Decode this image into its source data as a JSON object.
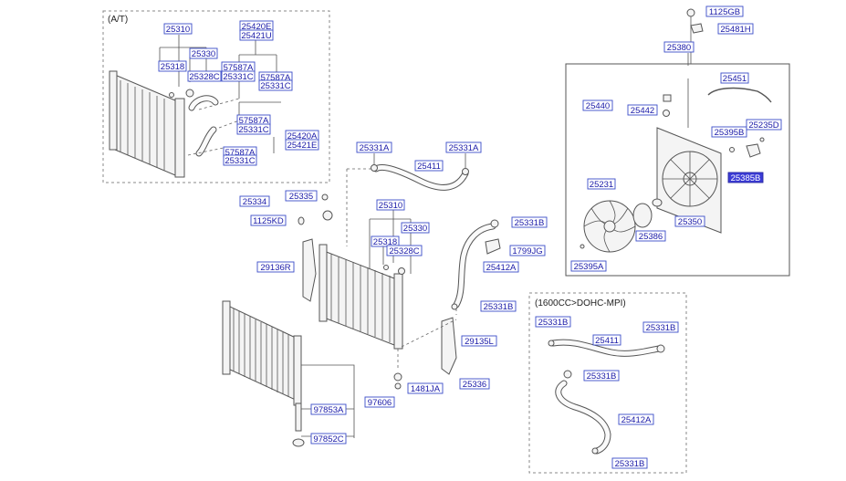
{
  "sections": {
    "at_note": "(A/T)",
    "engine_note": "(1600CC>DOHC-MPI)"
  },
  "labels": [
    {
      "id": "l1",
      "text": "25310"
    },
    {
      "id": "l2",
      "text": "25420E"
    },
    {
      "id": "l3",
      "text": "25421U"
    },
    {
      "id": "l4",
      "text": "25330"
    },
    {
      "id": "l5",
      "text": "25318"
    },
    {
      "id": "l6",
      "text": "57587A"
    },
    {
      "id": "l7",
      "text": "57587A"
    },
    {
      "id": "l8",
      "text": "25328C"
    },
    {
      "id": "l9",
      "text": "25331C"
    },
    {
      "id": "l10",
      "text": "25331C"
    },
    {
      "id": "l11",
      "text": "57587A"
    },
    {
      "id": "l12",
      "text": "25331C"
    },
    {
      "id": "l13",
      "text": "25420A"
    },
    {
      "id": "l14",
      "text": "25421E"
    },
    {
      "id": "l15",
      "text": "57587A"
    },
    {
      "id": "l16",
      "text": "25331C"
    },
    {
      "id": "l17",
      "text": "25331A"
    },
    {
      "id": "l18",
      "text": "25331A"
    },
    {
      "id": "l19",
      "text": "25411"
    },
    {
      "id": "l20",
      "text": "25334"
    },
    {
      "id": "l21",
      "text": "25335"
    },
    {
      "id": "l22",
      "text": "25310"
    },
    {
      "id": "l23",
      "text": "1125KD"
    },
    {
      "id": "l24",
      "text": "25330"
    },
    {
      "id": "l25",
      "text": "25331B"
    },
    {
      "id": "l26",
      "text": "25318"
    },
    {
      "id": "l27",
      "text": "25328C"
    },
    {
      "id": "l28",
      "text": "1799JG"
    },
    {
      "id": "l29",
      "text": "29136R"
    },
    {
      "id": "l30",
      "text": "25412A"
    },
    {
      "id": "l31",
      "text": "25331B"
    },
    {
      "id": "l32",
      "text": "29135L"
    },
    {
      "id": "l33",
      "text": "25336"
    },
    {
      "id": "l34",
      "text": "1481JA"
    },
    {
      "id": "l35",
      "text": "97606"
    },
    {
      "id": "l36",
      "text": "97853A"
    },
    {
      "id": "l37",
      "text": "97852C"
    },
    {
      "id": "l38",
      "text": "1125GB"
    },
    {
      "id": "l39",
      "text": "25481H"
    },
    {
      "id": "l40",
      "text": "25380"
    },
    {
      "id": "l41",
      "text": "25451"
    },
    {
      "id": "l42",
      "text": "25440"
    },
    {
      "id": "l43",
      "text": "25442"
    },
    {
      "id": "l44",
      "text": "25395B"
    },
    {
      "id": "l45",
      "text": "25235D"
    },
    {
      "id": "l46",
      "text": "25385B",
      "highlight": true
    },
    {
      "id": "l47",
      "text": "25231"
    },
    {
      "id": "l48",
      "text": "25350"
    },
    {
      "id": "l49",
      "text": "25386"
    },
    {
      "id": "l50",
      "text": "25395A"
    },
    {
      "id": "l51",
      "text": "25331B"
    },
    {
      "id": "l52",
      "text": "25331B"
    },
    {
      "id": "l53",
      "text": "25411"
    },
    {
      "id": "l54",
      "text": "25331B"
    },
    {
      "id": "l55",
      "text": "25412A"
    },
    {
      "id": "l56",
      "text": "25331B"
    }
  ]
}
